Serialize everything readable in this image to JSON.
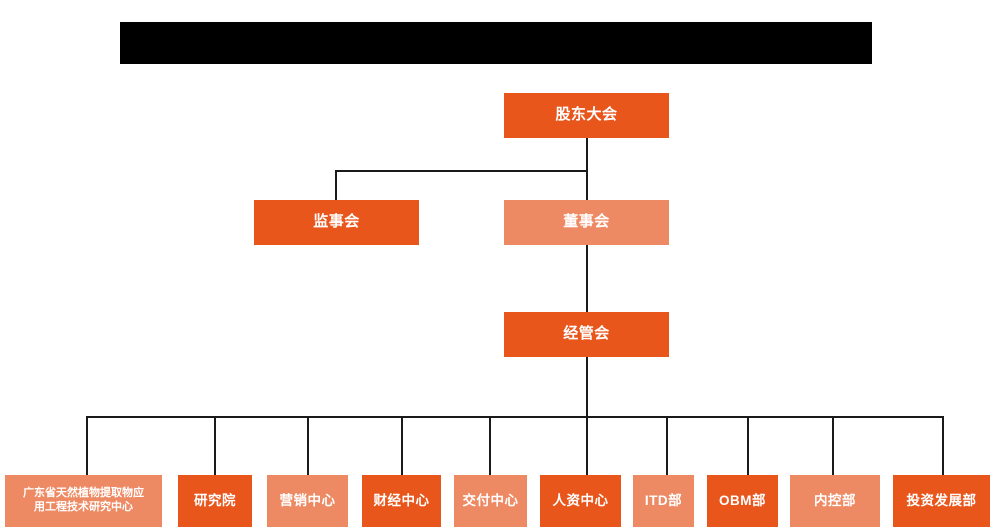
{
  "page": {
    "title_bar": {
      "name": "redacted-title-bar",
      "text": "",
      "color": "#000000"
    },
    "background": "#ffffff"
  },
  "colors": {
    "dark_orange": "#E9561C",
    "light_orange": "#EE8A63",
    "connector": "#1a1a1a",
    "text": "#ffffff"
  },
  "chart": {
    "type": "org-chart",
    "levels": [
      {
        "level": 1,
        "nodes": [
          {
            "id": "shareholders",
            "label": "股东大会",
            "tone": "dark"
          }
        ]
      },
      {
        "level": 2,
        "nodes": [
          {
            "id": "supervisors",
            "label": "监事会",
            "tone": "dark"
          },
          {
            "id": "directors",
            "label": "董事会",
            "tone": "light"
          }
        ]
      },
      {
        "level": 3,
        "nodes": [
          {
            "id": "management",
            "label": "经管会",
            "tone": "dark"
          }
        ]
      },
      {
        "level": 4,
        "nodes": [
          {
            "id": "research-center",
            "label": "广东省天然植物提取物应\n用工程技术研究中心",
            "tone": "light"
          },
          {
            "id": "research-institute",
            "label": "研究院",
            "tone": "dark"
          },
          {
            "id": "marketing-center",
            "label": "营销中心",
            "tone": "light"
          },
          {
            "id": "finance-center",
            "label": "财经中心",
            "tone": "dark"
          },
          {
            "id": "delivery-center",
            "label": "交付中心",
            "tone": "light"
          },
          {
            "id": "hr-center",
            "label": "人资中心",
            "tone": "dark"
          },
          {
            "id": "itd-dept",
            "label": "ITD部",
            "tone": "light"
          },
          {
            "id": "obm-dept",
            "label": "OBM部",
            "tone": "dark"
          },
          {
            "id": "internal-control-dept",
            "label": "内控部",
            "tone": "light"
          },
          {
            "id": "investment-dev-dept",
            "label": "投资发展部",
            "tone": "dark"
          }
        ]
      }
    ],
    "edges": [
      {
        "from": "shareholders",
        "to": "supervisors"
      },
      {
        "from": "shareholders",
        "to": "directors"
      },
      {
        "from": "directors",
        "to": "management"
      },
      {
        "from": "management",
        "to": "research-center"
      },
      {
        "from": "management",
        "to": "research-institute"
      },
      {
        "from": "management",
        "to": "marketing-center"
      },
      {
        "from": "management",
        "to": "finance-center"
      },
      {
        "from": "management",
        "to": "delivery-center"
      },
      {
        "from": "management",
        "to": "hr-center"
      },
      {
        "from": "management",
        "to": "itd-dept"
      },
      {
        "from": "management",
        "to": "obm-dept"
      },
      {
        "from": "management",
        "to": "internal-control-dept"
      },
      {
        "from": "management",
        "to": "investment-dev-dept"
      }
    ]
  }
}
